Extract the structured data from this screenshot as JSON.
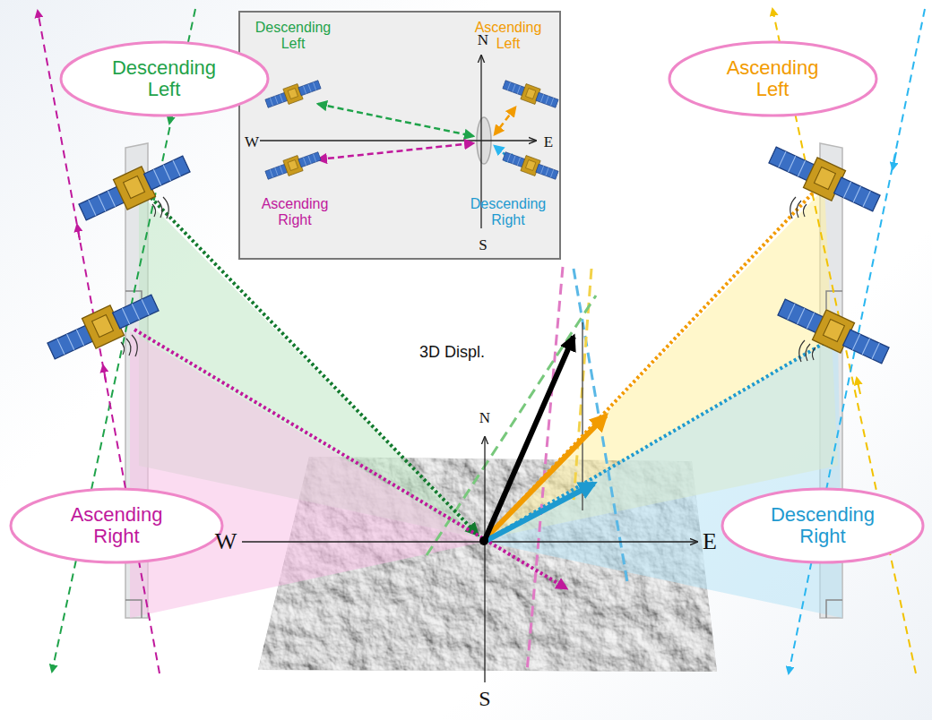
{
  "diagram": {
    "nodes": [
      {
        "text": [
          "Descending Left",
          "Ascending Left",
          "N",
          "W",
          "E",
          "Ascending Right",
          "Descending Right",
          "S"
        ]
      },
      {
        "text": [
          "Descending Left"
        ]
      },
      {
        "text": [
          "Ascending Left"
        ]
      },
      {
        "text": [
          "Ascending Right"
        ]
      },
      {
        "text": [
          "Descending Right"
        ]
      }
    ],
    "labels": [
      "3D Displ.",
      "N",
      "W",
      "E",
      "S"
    ]
  }
}
